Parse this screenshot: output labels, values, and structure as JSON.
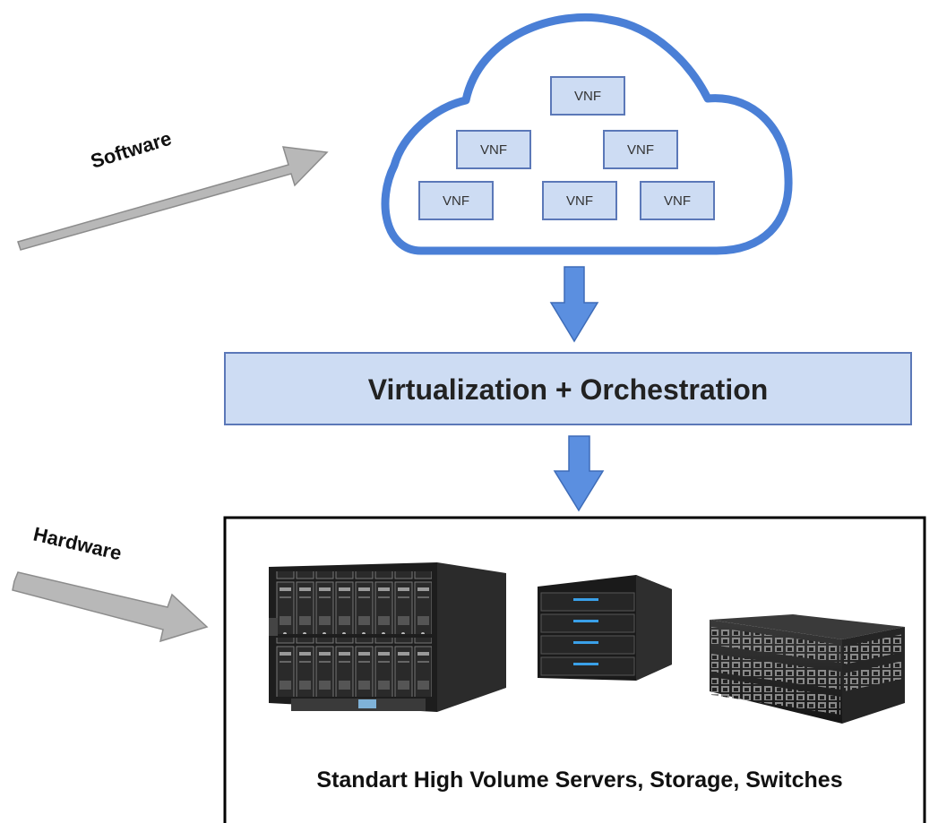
{
  "labels": {
    "software": "Software",
    "hardware": "Hardware",
    "orchestration": "Virtualization + Orchestration",
    "caption": "Standart High Volume Servers, Storage, Switches"
  },
  "cloud": {
    "vnfs": [
      "VNF",
      "VNF",
      "VNF",
      "VNF",
      "VNF",
      "VNF"
    ]
  },
  "colors": {
    "cloud_stroke": "#4a7fd6",
    "box_fill": "#cddcf3",
    "box_stroke": "#5b78b8",
    "arrow_fill": "#5b8fe0",
    "gray_arrow": "#b8b8b8"
  },
  "hardware_icons": [
    "blade-server-chassis-icon",
    "storage-array-icon",
    "network-switch-icon"
  ]
}
